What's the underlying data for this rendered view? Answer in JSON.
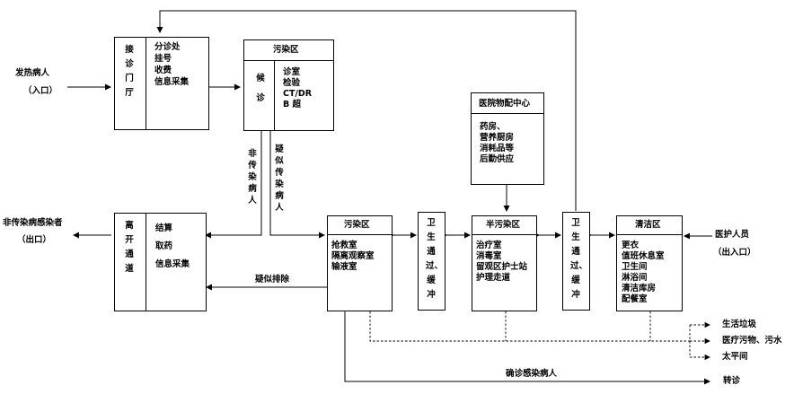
{
  "entrance": {
    "label": "发热病人",
    "sub": "（入口）"
  },
  "reception": {
    "name": "接诊门厅",
    "items": [
      "分诊处",
      "挂号",
      "收费",
      "信息采集"
    ]
  },
  "contaminated_top": {
    "title": "污染区",
    "wait": "候诊",
    "items": [
      "诊室",
      "检验",
      "CT/DR",
      "B 超"
    ]
  },
  "logistics": {
    "title": "医院物配中心",
    "items": [
      "药房、",
      "营养厨房",
      "消耗品等",
      "后勤供应"
    ]
  },
  "exit_left": {
    "label": "非传染病感染者",
    "sub": "（出口）"
  },
  "departure": {
    "name": "离开通道",
    "items": [
      "结算",
      "取药",
      "信息采集"
    ]
  },
  "flow_labels": {
    "non_infectious": "非传染病人",
    "suspected": "疑似传染病人",
    "ruled_out": "疑似排除",
    "confirmed": "确诊感染病人",
    "transfer": "转诊"
  },
  "contaminated_main": {
    "title": "污染区",
    "items": [
      "抢救室",
      "隔离观察室",
      "输液室"
    ]
  },
  "buffer_left": {
    "name": "卫生通过、缓冲"
  },
  "semi": {
    "title": "半污染区",
    "items": [
      "治疗室",
      "消毒室",
      "留观区护士站",
      "护理走道"
    ]
  },
  "buffer_right": {
    "name": "卫生通过、缓冲"
  },
  "clean": {
    "title": "清洁区",
    "items": [
      "更衣",
      "值班休息室",
      "卫生间",
      "淋浴间",
      "清洁库房",
      "配餐室"
    ]
  },
  "staff": {
    "label": "医护人员",
    "sub": "（出入口）"
  },
  "waste": [
    "生活垃圾",
    "医疗污物、污水",
    "太平间"
  ]
}
